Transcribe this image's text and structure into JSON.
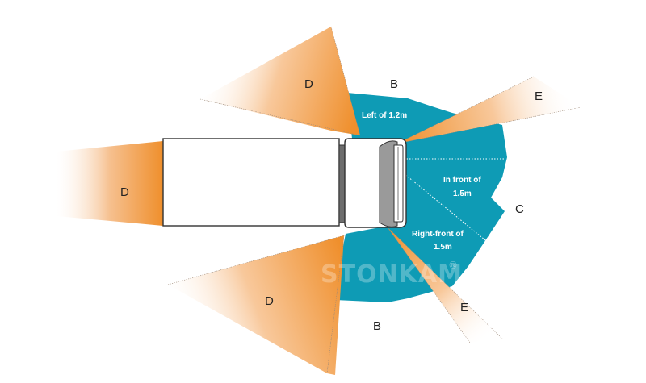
{
  "colors": {
    "zone_fill": "#0e9bb5",
    "orange": "#f0932f",
    "orange_fade": "#fde9d6",
    "truck_outline": "#333333",
    "cab_glass": "#9a9a9a",
    "connector": "#6d6d6d"
  },
  "zones": {
    "label_b_top": "B",
    "label_b_bottom": "B",
    "label_c": "C",
    "label_d_top": "D",
    "label_d_rear": "D",
    "label_d_bottom": "D",
    "label_e_right": "E",
    "label_e_bottom": "E"
  },
  "inner_labels": {
    "left": "Left of 1.2m",
    "front_line1": "In front of",
    "front_line2": "1.5m",
    "right_front_line1": "Right-front of",
    "right_front_line2": "1.5m"
  },
  "watermark": {
    "brand": "STONKAM",
    "mark": "®"
  }
}
